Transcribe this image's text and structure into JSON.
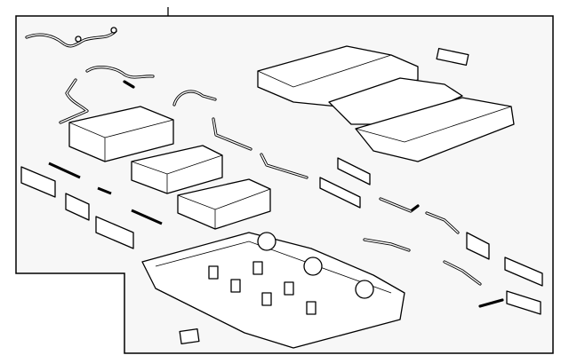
{
  "diagram": {
    "colors": {
      "frame": "#000000",
      "panel_background": "#f7f7f7",
      "part_fill": "#ffffff"
    },
    "parts": [
      "wire-harness",
      "battery-module",
      "battery-cover",
      "battery-tray",
      "bracket",
      "bus-bar",
      "cable",
      "label-plate"
    ]
  }
}
